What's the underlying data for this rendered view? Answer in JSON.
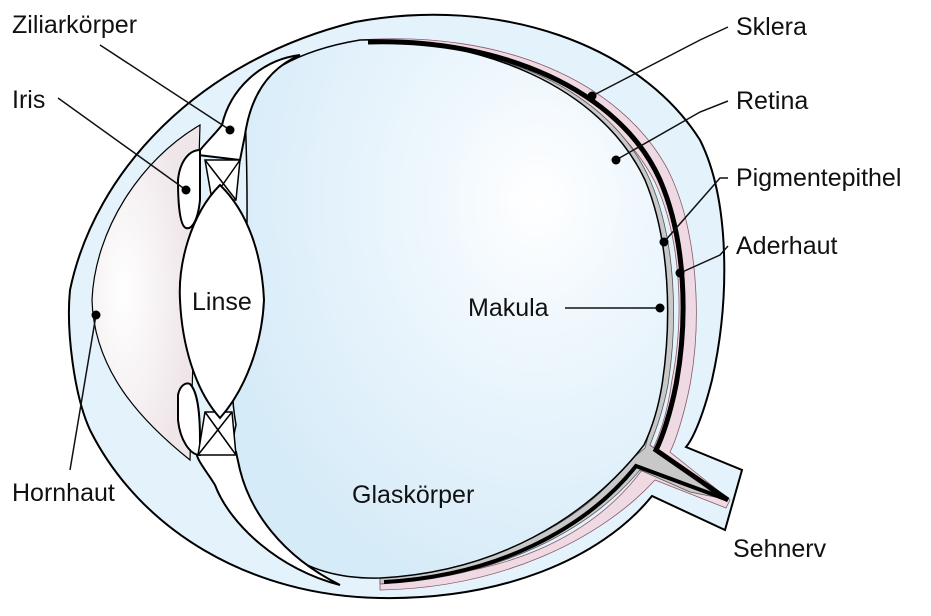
{
  "labels": {
    "ziliarkoerper": "Ziliarkörper",
    "iris": "Iris",
    "hornhaut": "Hornhaut",
    "linse": "Linse",
    "glaskoerper": "Glaskörper",
    "makula": "Makula",
    "sklera": "Sklera",
    "retina": "Retina",
    "pigmentepithel": "Pigmentepithel",
    "aderhaut": "Aderhaut",
    "sehnerv": "Sehnerv"
  },
  "colors": {
    "sclera_fill": "#e3f2fb",
    "vitreous_fill": "#dff0fb",
    "choroid_fill": "#efd9e2",
    "pigment_fill": "#c8c8c8",
    "retina_line": "#000000",
    "cornea_fill": "#f4ecef"
  }
}
